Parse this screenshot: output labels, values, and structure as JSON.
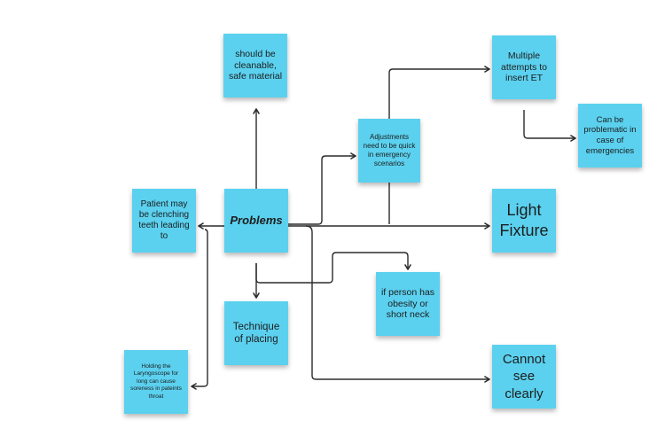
{
  "board": {
    "note_color": "#5bd1ef",
    "connector_color": "#2b2b2b",
    "center": {
      "label": "Problems"
    },
    "notes": {
      "cleanable": {
        "label": "should be cleanable, safe material"
      },
      "adjustments": {
        "label": "Adjustments need to be quick in emergency scenarios"
      },
      "multiple_attempts": {
        "label": "Multiple attempts to insert ET"
      },
      "emergencies": {
        "label": "Can be problematic in case of emergencies"
      },
      "clenching": {
        "label": "Patient may be clenching teeth leading to"
      },
      "light_fixture": {
        "label": "Light Fixture"
      },
      "obesity": {
        "label": "if person has obesity or short neck"
      },
      "technique": {
        "label": "Technique of placing"
      },
      "holding": {
        "label": "Holding the Laryngoscope for long can cause soreness in pateints throat"
      },
      "cannot_see": {
        "label": "Cannot see clearly"
      }
    }
  }
}
